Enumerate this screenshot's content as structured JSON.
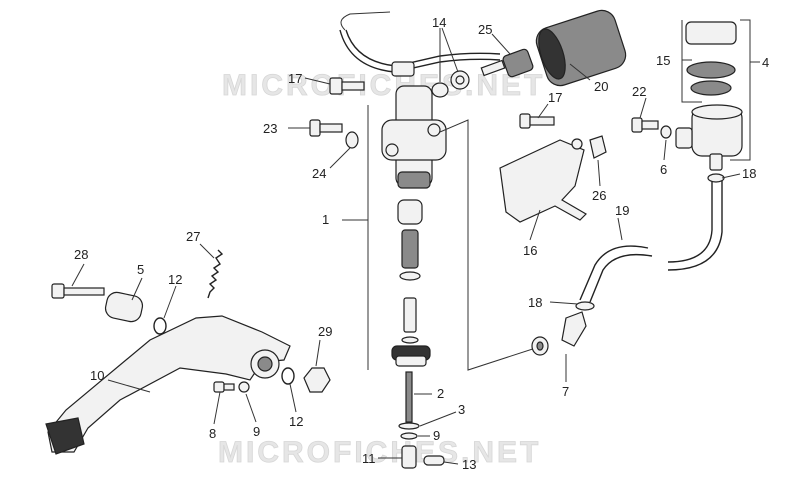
{
  "watermark": {
    "top": "MICROFICHES.NET",
    "bottom": "MICROFICHES.NET"
  },
  "labels": {
    "n1": "1",
    "n2": "2",
    "n3": "3",
    "n4": "4",
    "n5": "5",
    "n6": "6",
    "n7": "7",
    "n8": "8",
    "n9a": "9",
    "n9b": "9",
    "n10": "10",
    "n11": "11",
    "n12a": "12",
    "n12b": "12",
    "n13": "13",
    "n14": "14",
    "n15": "15",
    "n16": "16",
    "n17a": "17",
    "n17b": "17",
    "n18a": "18",
    "n18b": "18",
    "n19": "19",
    "n20": "20",
    "n22": "22",
    "n23": "23",
    "n24": "24",
    "n25": "25",
    "n26": "26",
    "n27": "27",
    "n28": "28",
    "n29": "29"
  },
  "colors": {
    "line": "#222222",
    "part_fill": "#f2f2f2",
    "shade": "#8a8a8a",
    "watermark": "#e6e6e6"
  }
}
